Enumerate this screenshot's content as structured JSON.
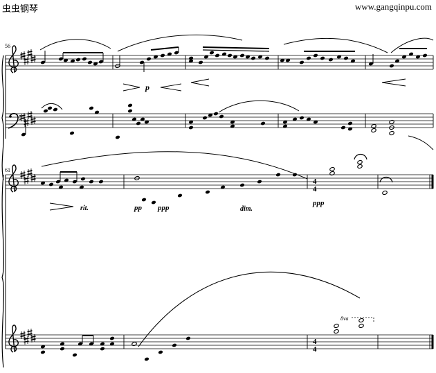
{
  "header": {
    "site_name": "虫虫钢琴",
    "site_url": "www.gangqinpu.com"
  },
  "system1": {
    "measure_number": "56",
    "dynamics": [
      "p"
    ]
  },
  "system2": {
    "measure_number": "61",
    "expressions": [
      "rit.",
      "pp",
      "ppp",
      "dim.",
      "ppp"
    ],
    "time_signature": {
      "top": "4",
      "bottom": "4"
    },
    "ottava": "8va"
  }
}
